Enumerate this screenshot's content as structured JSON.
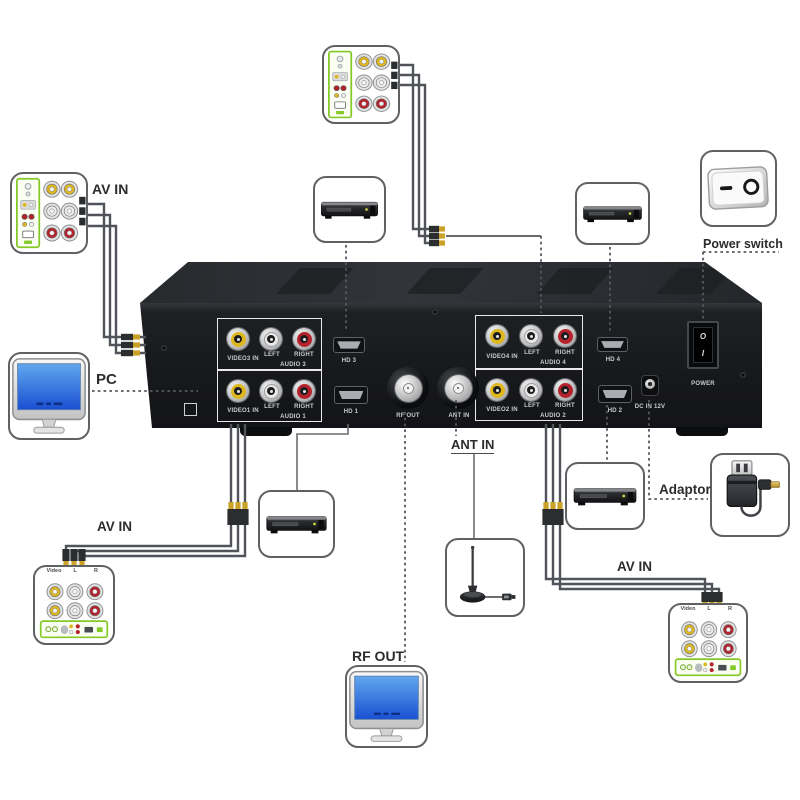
{
  "annotations": {
    "av_in_top_left": "AV IN",
    "pc": "PC",
    "power_switch": "Power switch",
    "rf_out": "RF OUT",
    "ant_in": "ANT IN",
    "adaptor": "Adaptor",
    "av_in_bottom_left": "AV IN",
    "av_in_bottom_right": "AV IN"
  },
  "device": {
    "av_groups": [
      {
        "video_label": "VIDEO3 IN",
        "left_label": "LEFT",
        "right_label": "RIGHT",
        "audio_label": "AUDIO 3"
      },
      {
        "video_label": "VIDEO1 IN",
        "left_label": "LEFT",
        "right_label": "RIGHT",
        "audio_label": "AUDIO 1"
      },
      {
        "video_label": "VIDEO4 IN",
        "left_label": "LEFT",
        "right_label": "RIGHT",
        "audio_label": "AUDIO 4"
      },
      {
        "video_label": "VIDEO2 IN",
        "left_label": "LEFT",
        "right_label": "RIGHT",
        "audio_label": "AUDIO 2"
      }
    ],
    "hdmi_labels": [
      "HD 3",
      "HD 1",
      "HD 4",
      "HD 2"
    ],
    "rf_out_label": "RF OUT",
    "ant_in_label": "ANT IN",
    "dc_label": "DC IN 12V",
    "power_label": "POWER",
    "power_symbols": {
      "off": "O",
      "on": "I"
    }
  },
  "av_panel": {
    "columns": [
      "Video",
      "L",
      "R"
    ]
  },
  "colors": {
    "rca_yellow": "#ddb71d",
    "rca_white": "#e9e9e9",
    "rca_red": "#b5222b",
    "panel_green": "#84c926",
    "cable_gray": "#50545a",
    "screen_blue": "#1f58d8",
    "device_black": "#17181b"
  }
}
